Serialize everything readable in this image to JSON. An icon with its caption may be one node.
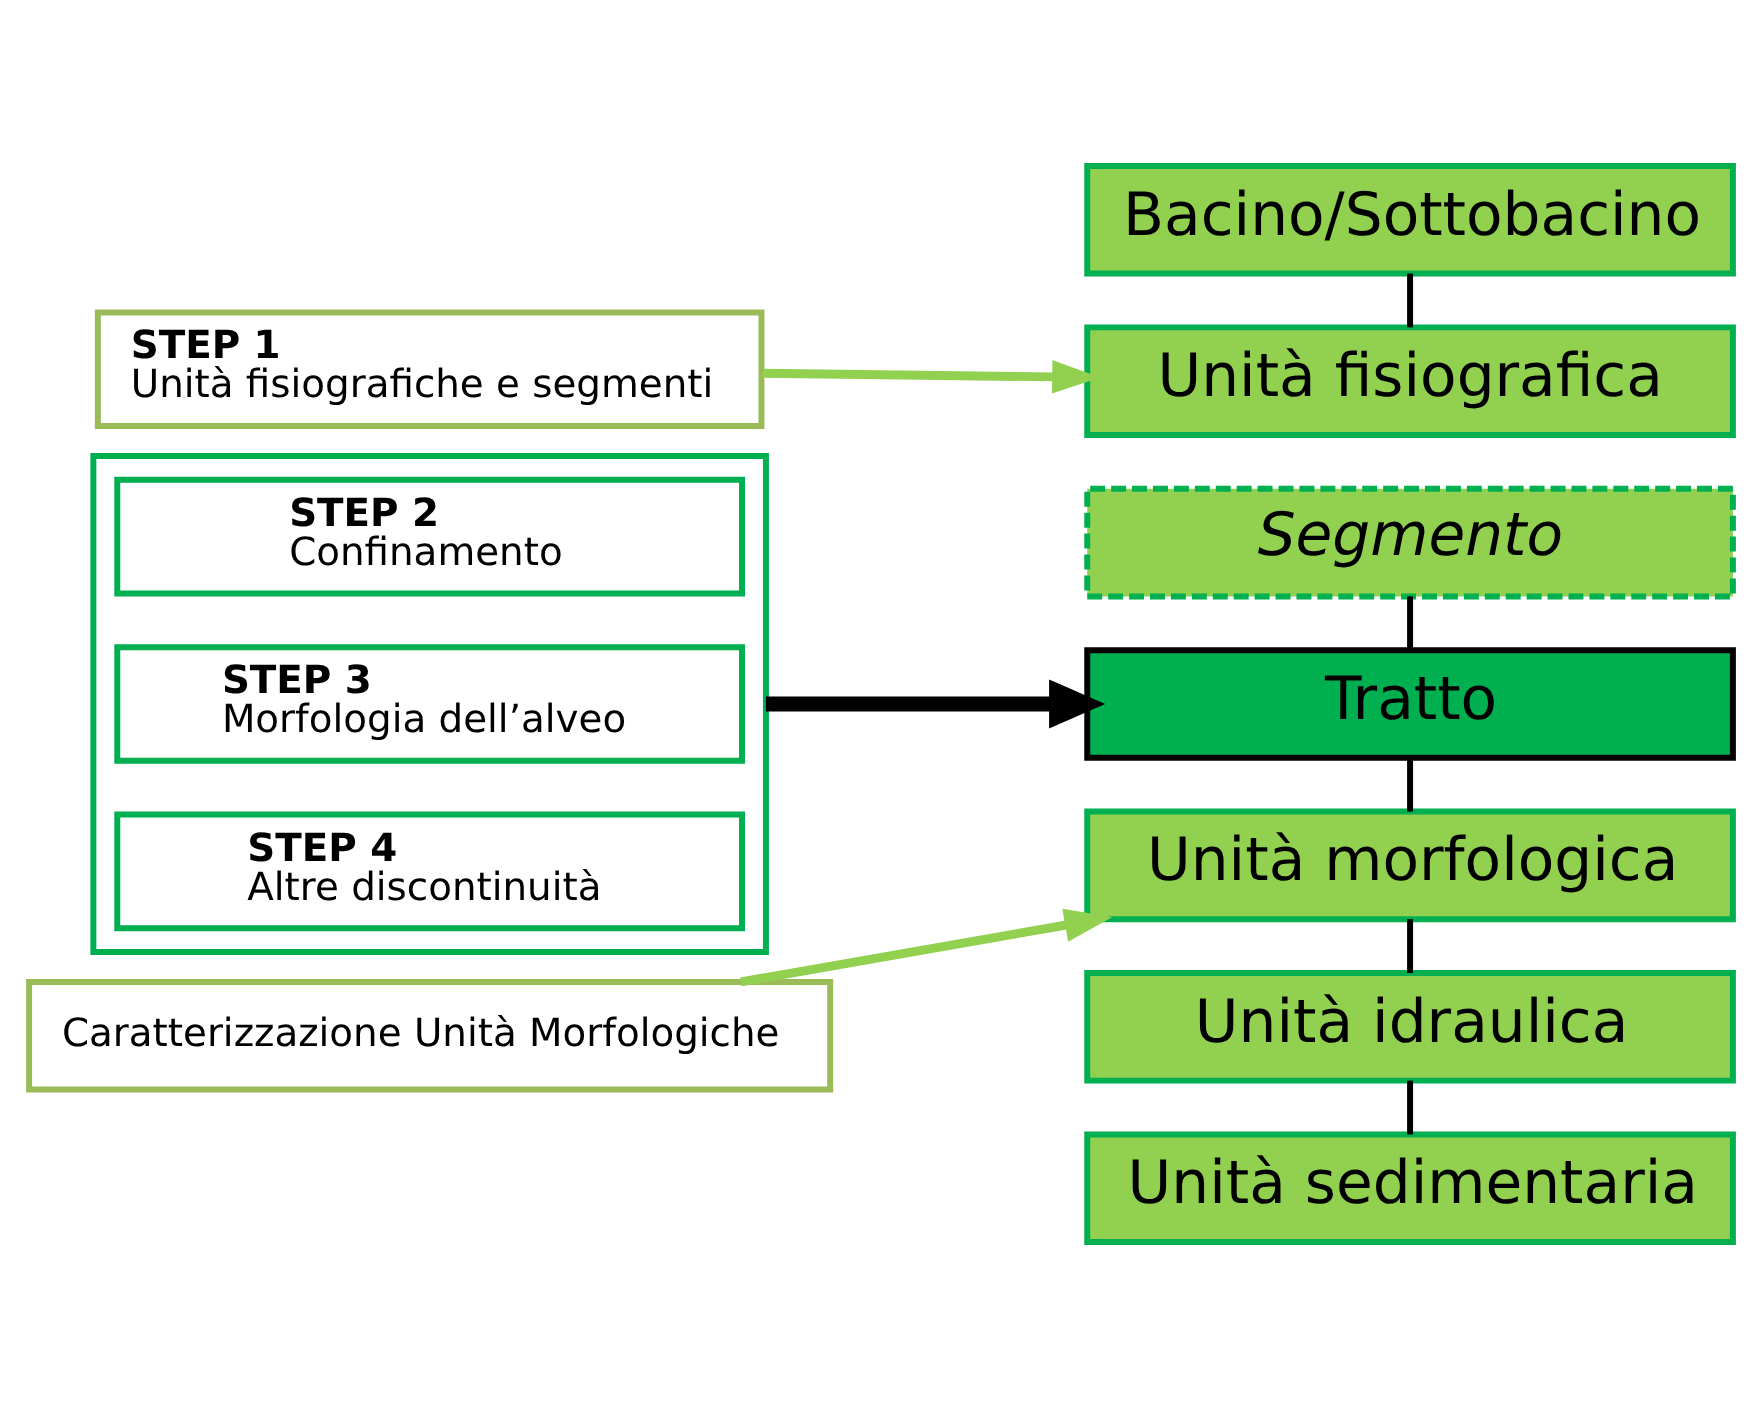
{
  "diagram": {
    "nodes": [
      {
        "text": [
          "Bacino/Sottobacino"
        ]
      },
      {
        "text": [
          "Unità fisiografica"
        ]
      },
      {
        "text": [
          "Segmento"
        ]
      },
      {
        "text": [
          "Tratto"
        ]
      },
      {
        "text": [
          "Unità morfologica"
        ]
      },
      {
        "text": [
          "Unità idraulica"
        ]
      },
      {
        "text": [
          "Unità sedimentaria"
        ]
      },
      {
        "text": [
          "STEP 1",
          "Unità fisiografiche e segmenti"
        ]
      },
      {
        "text": [],
        "shape": "box"
      },
      {
        "text": [
          "STEP 2",
          "Confinamento"
        ],
        "in": 8
      },
      {
        "text": [
          "STEP 3",
          "Morfologia dell’alveo"
        ],
        "in": 8
      },
      {
        "text": [
          "STEP 4",
          "Altre discontinuità"
        ],
        "in": 8
      },
      {
        "text": [
          "Caratterizzazione Unità Morfologiche"
        ]
      }
    ],
    "edges": [
      {
        "from": 0,
        "to": 1,
        "arrow": "none"
      },
      {
        "from": 2,
        "to": 3,
        "arrow": "none"
      },
      {
        "from": 3,
        "to": 4,
        "arrow": "none"
      },
      {
        "from": 4,
        "to": 5,
        "arrow": "none"
      },
      {
        "from": 5,
        "to": 6,
        "arrow": "none"
      },
      {
        "from": 7,
        "to": 1,
        "arrow": "to",
        "color": "#92d050"
      },
      {
        "from": 8,
        "to": 3,
        "arrow": "to",
        "style": "thick"
      },
      {
        "from": 12,
        "to": 4,
        "arrow": "to",
        "color": "#92d050"
      }
    ]
  }
}
